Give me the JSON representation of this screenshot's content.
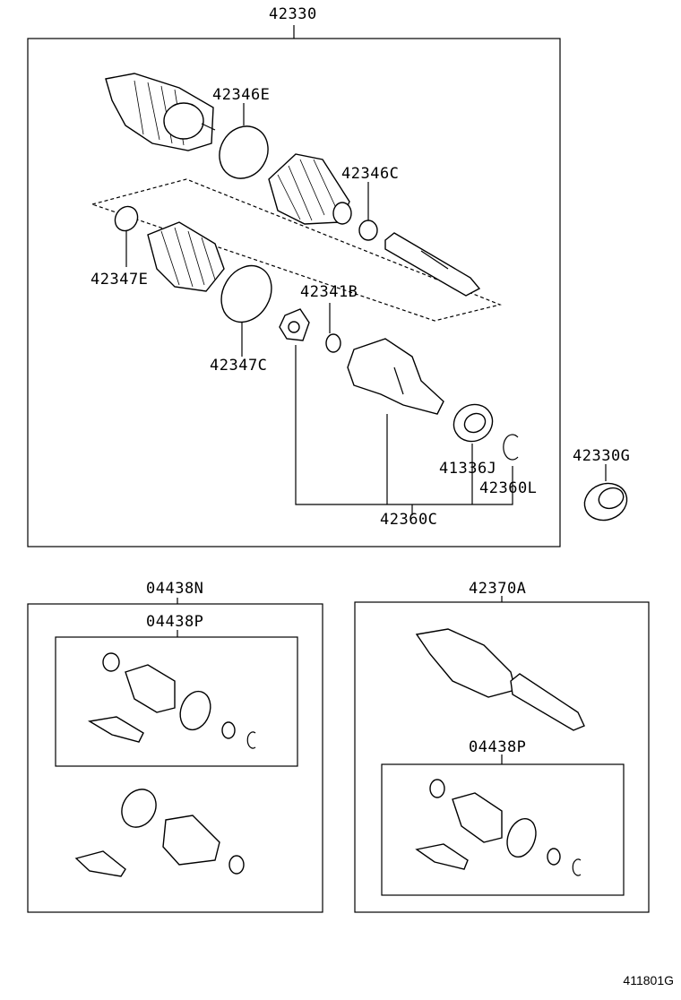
{
  "diagram": {
    "main_assembly": "42330",
    "labels": {
      "p42346E": "42346E",
      "p42346C": "42346C",
      "p42347E": "42347E",
      "p42341B": "42341B",
      "p42347C": "42347C",
      "p41336J": "41336J",
      "p42360L": "42360L",
      "p42360C": "42360C",
      "p42330G": "42330G"
    },
    "kit_left": {
      "title": "04438N",
      "inner_title": "04438P"
    },
    "kit_right": {
      "title": "42370A",
      "inner_title": "04438P"
    },
    "figure_code": "411801G"
  }
}
